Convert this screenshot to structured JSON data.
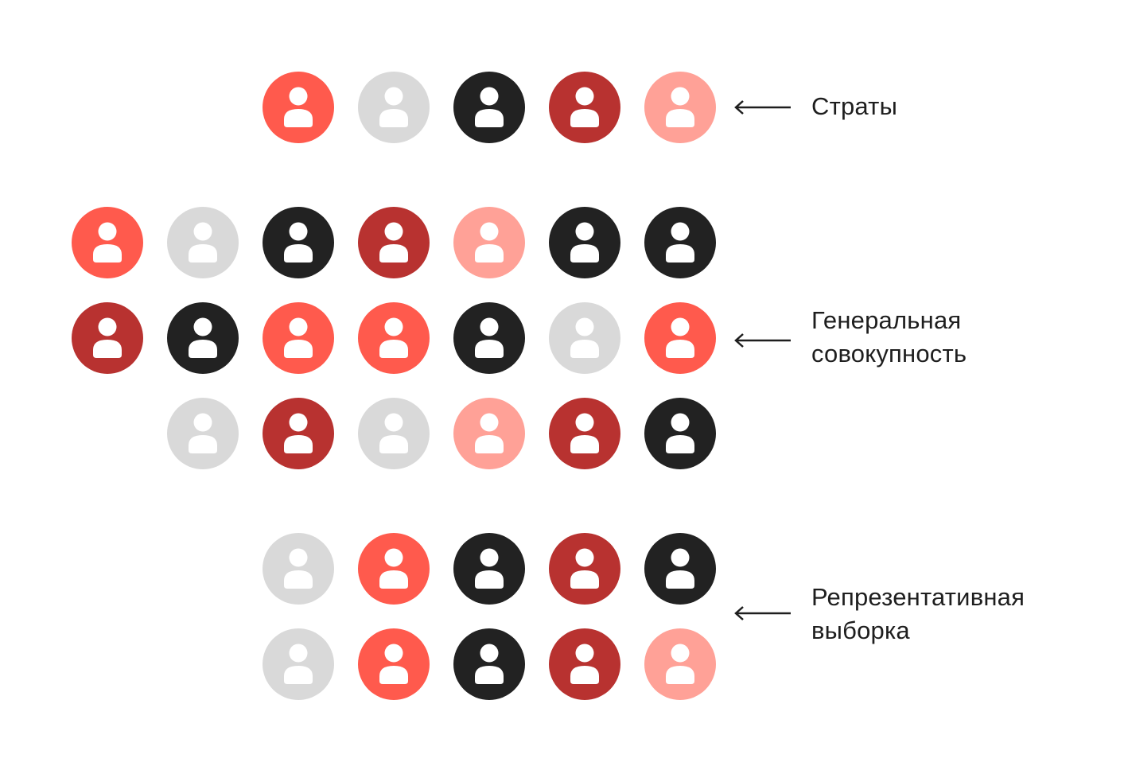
{
  "colors": {
    "coral": "#ff5a4d",
    "light_gray": "#d9d9d9",
    "black": "#222222",
    "dark_red": "#b83230",
    "pink": "#ffa197"
  },
  "icon": "person-icon",
  "strata": {
    "label_lines": [
      "Страты"
    ],
    "rows": [
      [
        "coral",
        "light_gray",
        "black",
        "dark_red",
        "pink"
      ]
    ]
  },
  "population": {
    "label_lines": [
      "Генеральная",
      "совокупность"
    ],
    "rows": [
      [
        "coral",
        "light_gray",
        "black",
        "dark_red",
        "pink",
        "black",
        "black"
      ],
      [
        "dark_red",
        "black",
        "coral",
        "coral",
        "black",
        "light_gray",
        "coral"
      ],
      [
        "light_gray",
        "dark_red",
        "light_gray",
        "pink",
        "dark_red",
        "black"
      ]
    ]
  },
  "sample": {
    "label_lines": [
      "Репрезентативная",
      "выборка"
    ],
    "rows": [
      [
        "light_gray",
        "coral",
        "black",
        "dark_red",
        "black"
      ],
      [
        "light_gray",
        "coral",
        "black",
        "dark_red",
        "pink"
      ]
    ]
  }
}
